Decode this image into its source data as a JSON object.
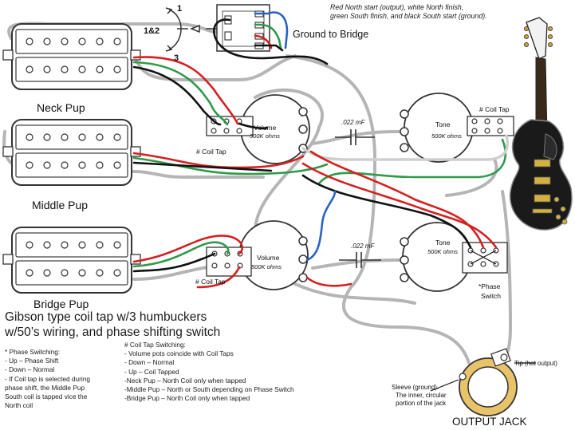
{
  "top_note": [
    "Red North start (output), white North finish,",
    "green South finish, and black South start (ground)."
  ],
  "switch": {
    "pos_1": "1",
    "pos_12": "1&2",
    "pos_3": "3"
  },
  "ground_label": "Ground to Bridge",
  "pickups": {
    "neck": "Neck Pup",
    "middle": "Middle Pup",
    "bridge": "Bridge Pup"
  },
  "pots": {
    "vol_neck": {
      "name": "Volume",
      "value": "500K ohms"
    },
    "tone_neck": {
      "name": "Tone",
      "value": "500K ohms"
    },
    "vol_bridge": {
      "name": "Volume",
      "value": "500K ohms"
    },
    "tone_bridge": {
      "name": "Tone",
      "value": "500K ohms"
    }
  },
  "caps": {
    "cap_top": ".022 mF",
    "cap_bottom": ".022 mF"
  },
  "coil_taps": {
    "neck_vol": "# Coil Tap",
    "neck_tone": "# Coil Tap",
    "bridge_vol": "# Coil Tap"
  },
  "phase_switch": [
    "*Phase",
    "Switch"
  ],
  "title": [
    "Gibson type coil tap w/3 humbuckers",
    "w/50’s wiring, and phase shifting switch"
  ],
  "phase_notes": [
    "* Phase Switching:",
    "- Up – Phase Shift",
    "- Down – Normal",
    "- If Coil tap is selected during",
    "phase shift, the Middle Pup",
    "South coil is tapped vice the",
    "North coil"
  ],
  "coil_notes": [
    "# Coil Tap Switching:",
    "- Volume pots coincide  with Coil Taps",
    "- Down – Normal",
    "- Up – Coil Tapped",
    "-Neck Pup – North Coil only when tapped",
    "-Middle Pup – North or South depending on Phase Switch",
    "-Bridge Pup – North Coil only when tapped"
  ],
  "jack": {
    "tip": "Tip (hot output)",
    "sleeve": [
      "Sleeve (ground).",
      "The inner, circular",
      "portion of the jack"
    ],
    "title": "OUTPUT JACK"
  },
  "colors": {
    "red": "#d42020",
    "green": "#2f9a4a",
    "blue": "#2a62c4",
    "black": "#111111",
    "gray_wire": "#b8b8b8",
    "lead_gray": "#a7a7a7"
  }
}
